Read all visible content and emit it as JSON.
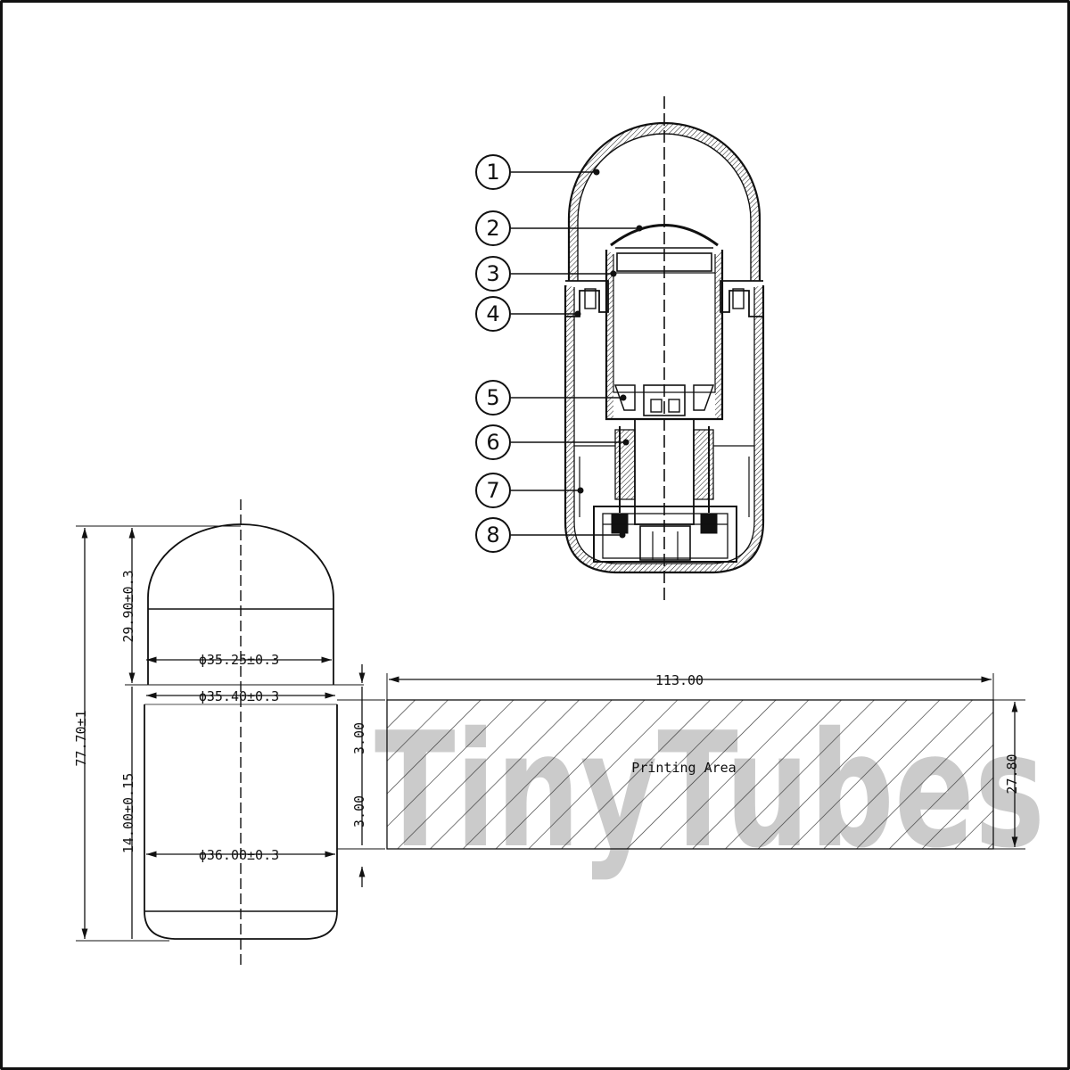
{
  "parts": [
    {
      "number": "1"
    },
    {
      "number": "2"
    },
    {
      "number": "3"
    },
    {
      "number": "4"
    },
    {
      "number": "5"
    },
    {
      "number": "6"
    },
    {
      "number": "7"
    },
    {
      "number": "8"
    }
  ],
  "dimensions": {
    "overall_height": "77.70±1",
    "cap_height": "29.90±0.3",
    "cap_diameter": "ϕ35.25±0.3",
    "body_diameter_top": "ϕ35.40±0.3",
    "body_diameter_bottom": "ϕ36.00±0.3",
    "body_length": "14.00±0.15",
    "print_width": "113.00",
    "print_height": "27.80",
    "margin_top": "3.00",
    "margin_bottom": "3.00"
  },
  "printing_area": {
    "label": "Printing Area"
  },
  "watermark": {
    "text": "TinyTubes"
  },
  "colors": {
    "line": "#111111",
    "watermark": "#b8b8b8"
  }
}
